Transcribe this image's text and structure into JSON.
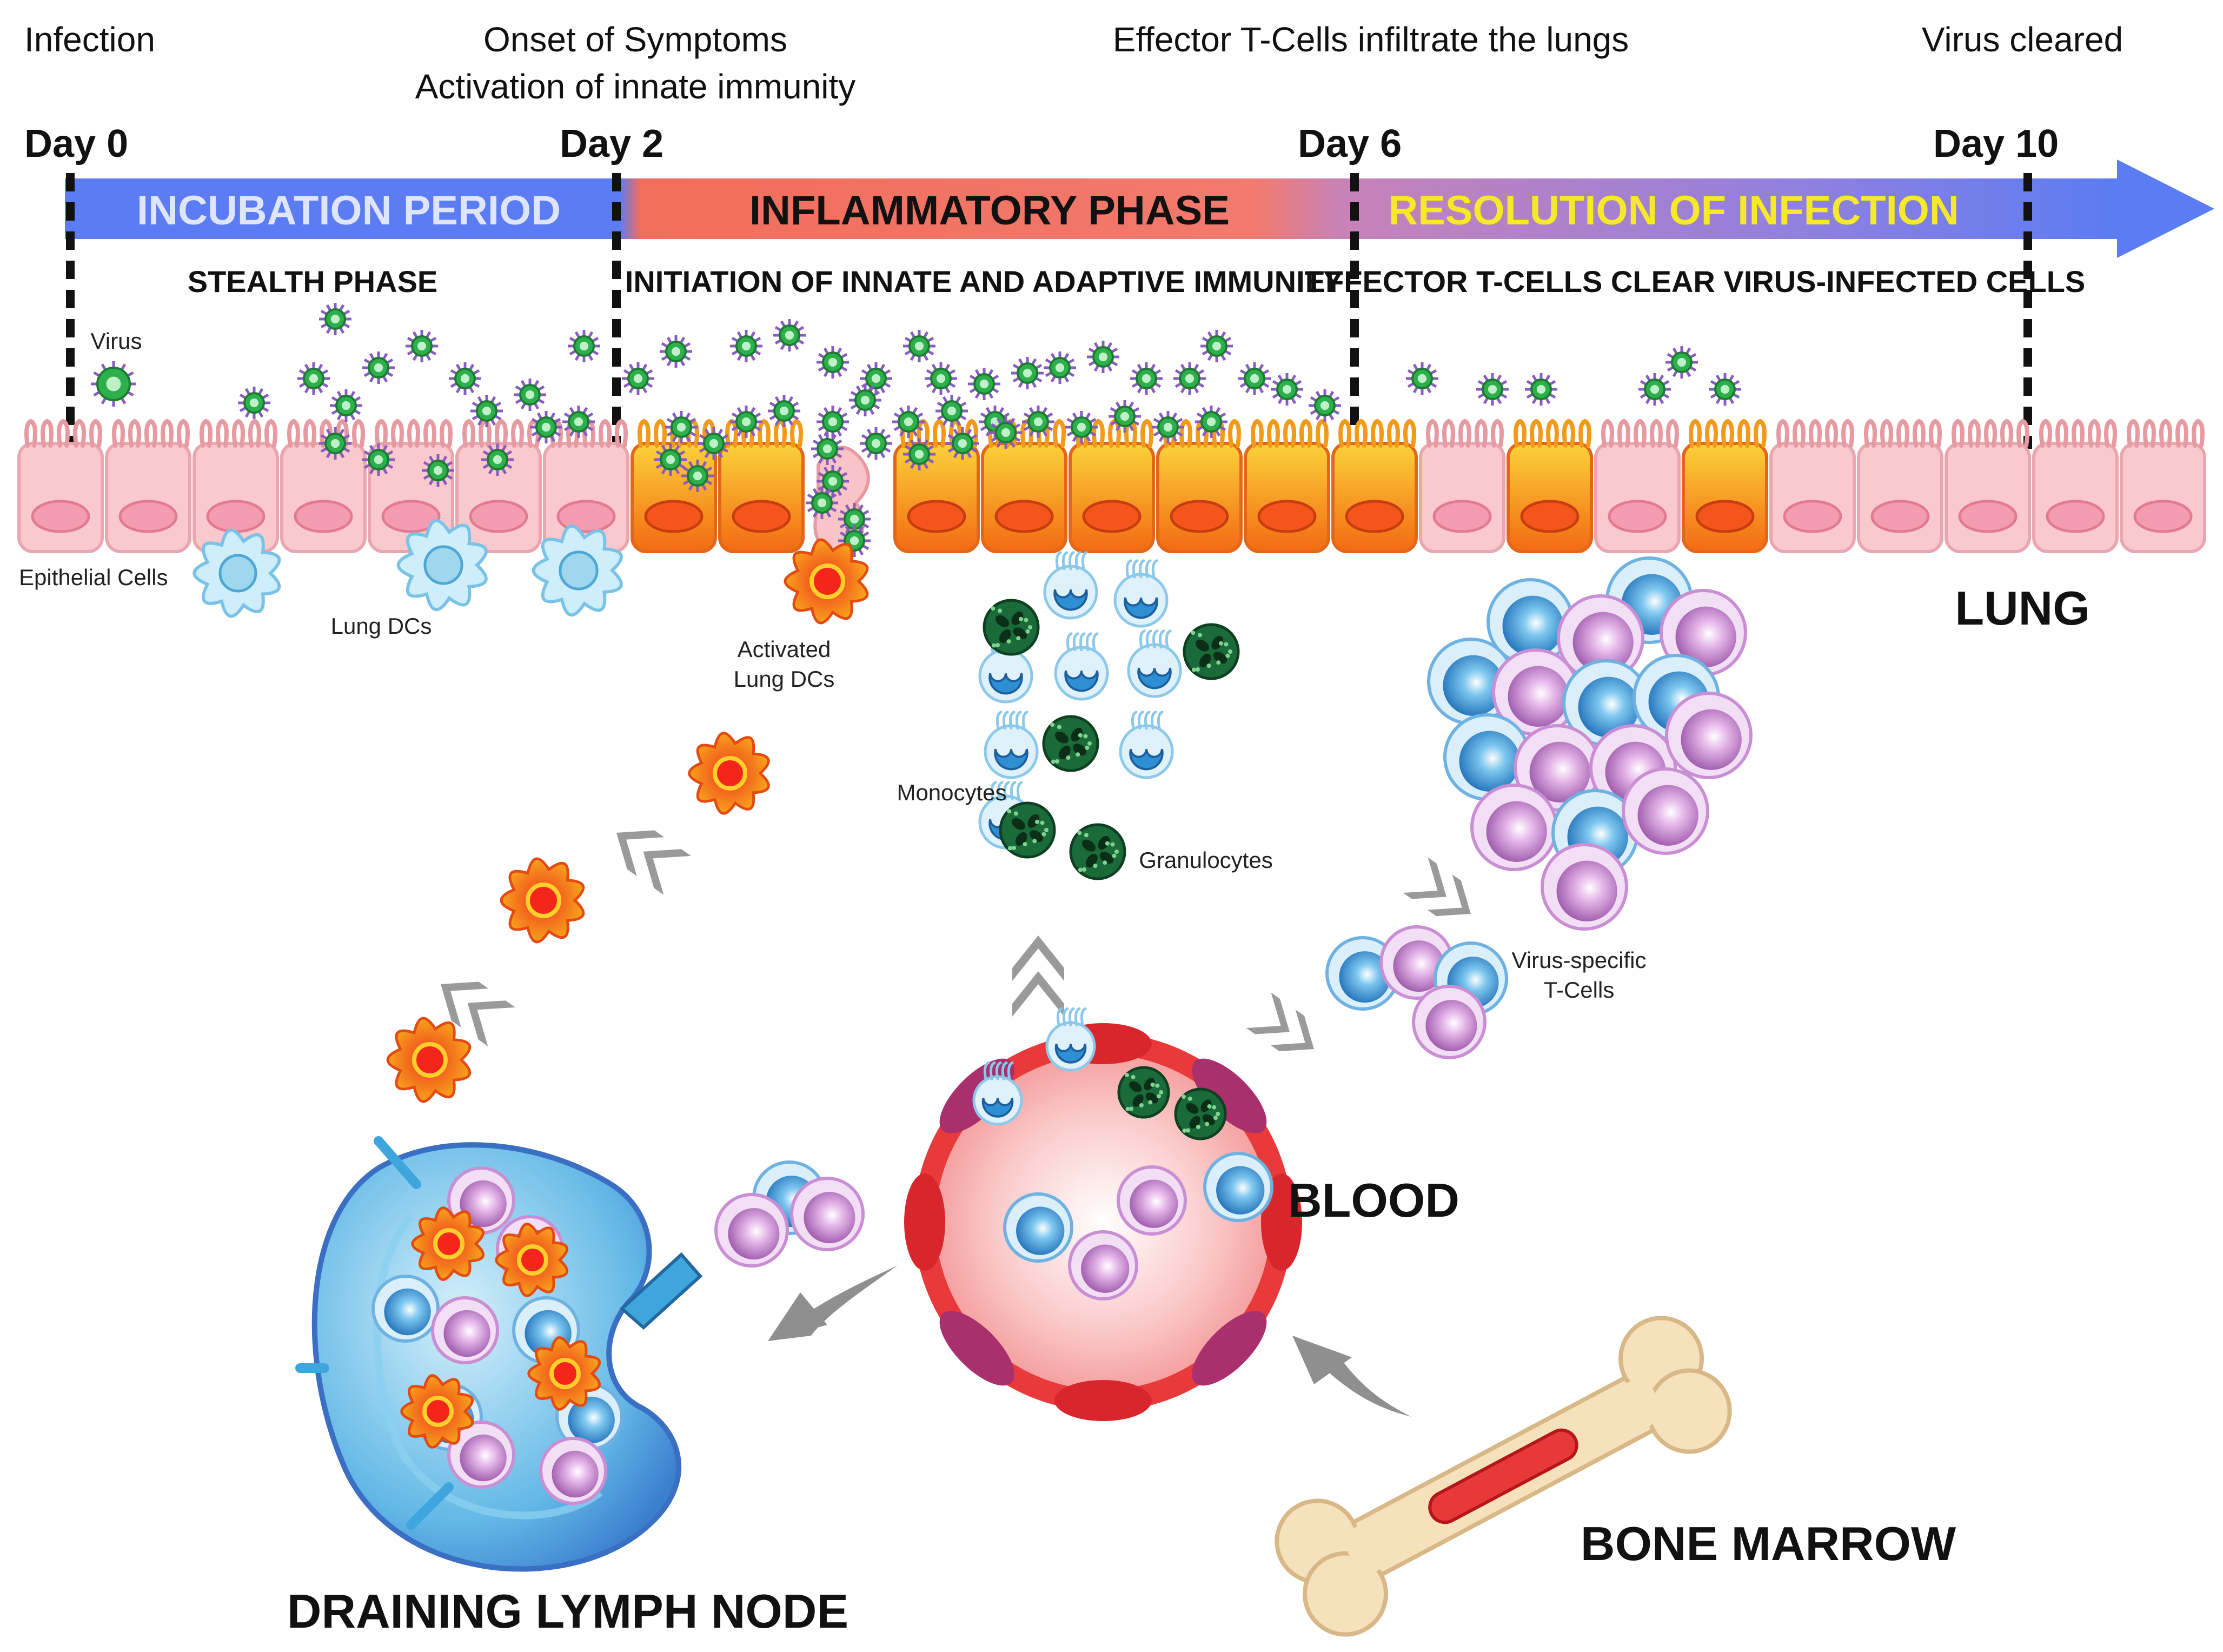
{
  "events": {
    "infection": "Infection",
    "symptoms_line1": "Onset of Symptoms",
    "symptoms_line2": "Activation of innate immunity",
    "effector": "Effector T-Cells infiltrate the lungs",
    "cleared": "Virus cleared"
  },
  "days": [
    "Day 0",
    "Day 2",
    "Day 6",
    "Day 10"
  ],
  "phases": [
    {
      "label": "INCUBATION PERIOD",
      "sub": "STEALTH PHASE",
      "color": "#5d7cf0",
      "text_color": "#dfe4ff"
    },
    {
      "label": "INFLAMMATORY PHASE",
      "sub": "INITIATION OF INNATE AND ADAPTIVE IMMUNITY",
      "color": "#f47a63",
      "text_color": "#111111"
    },
    {
      "label": "RESOLUTION OF INFECTION",
      "sub": "EFFECTOR T-CELLS CLEAR VIRUS-INFECTED CELLS",
      "color": "#9a7ad8",
      "text_color": "#f5e92a"
    }
  ],
  "labels": {
    "virus": "Virus",
    "epithelial": "Epithelial Cells",
    "lung_dcs": "Lung DCs",
    "activated_dcs_1": "Activated",
    "activated_dcs_2": "Lung DCs",
    "monocytes": "Monocytes",
    "granulocytes": "Granulocytes",
    "tcells_1": "Virus-specific",
    "tcells_2": "T-Cells",
    "lung": "LUNG",
    "blood": "BLOOD",
    "bone_marrow": "BONE MARROW",
    "lymph_node": "DRAINING LYMPH NODE"
  },
  "colors": {
    "epithelium": "#f9c9cd",
    "infected_cell": "#f7a21b",
    "virus": "#2db04b",
    "dendritic_cell": "#f36c21",
    "lung_dc": "#a8dcef",
    "monocyte": "#8cc8ea",
    "granulocyte": "#1a6a3a",
    "tcell_blue": "#2f8fd4",
    "tcell_purple": "#c58bd0",
    "blood_vessel": "#e83a3a",
    "arrow_gray": "#9a9a9a"
  }
}
